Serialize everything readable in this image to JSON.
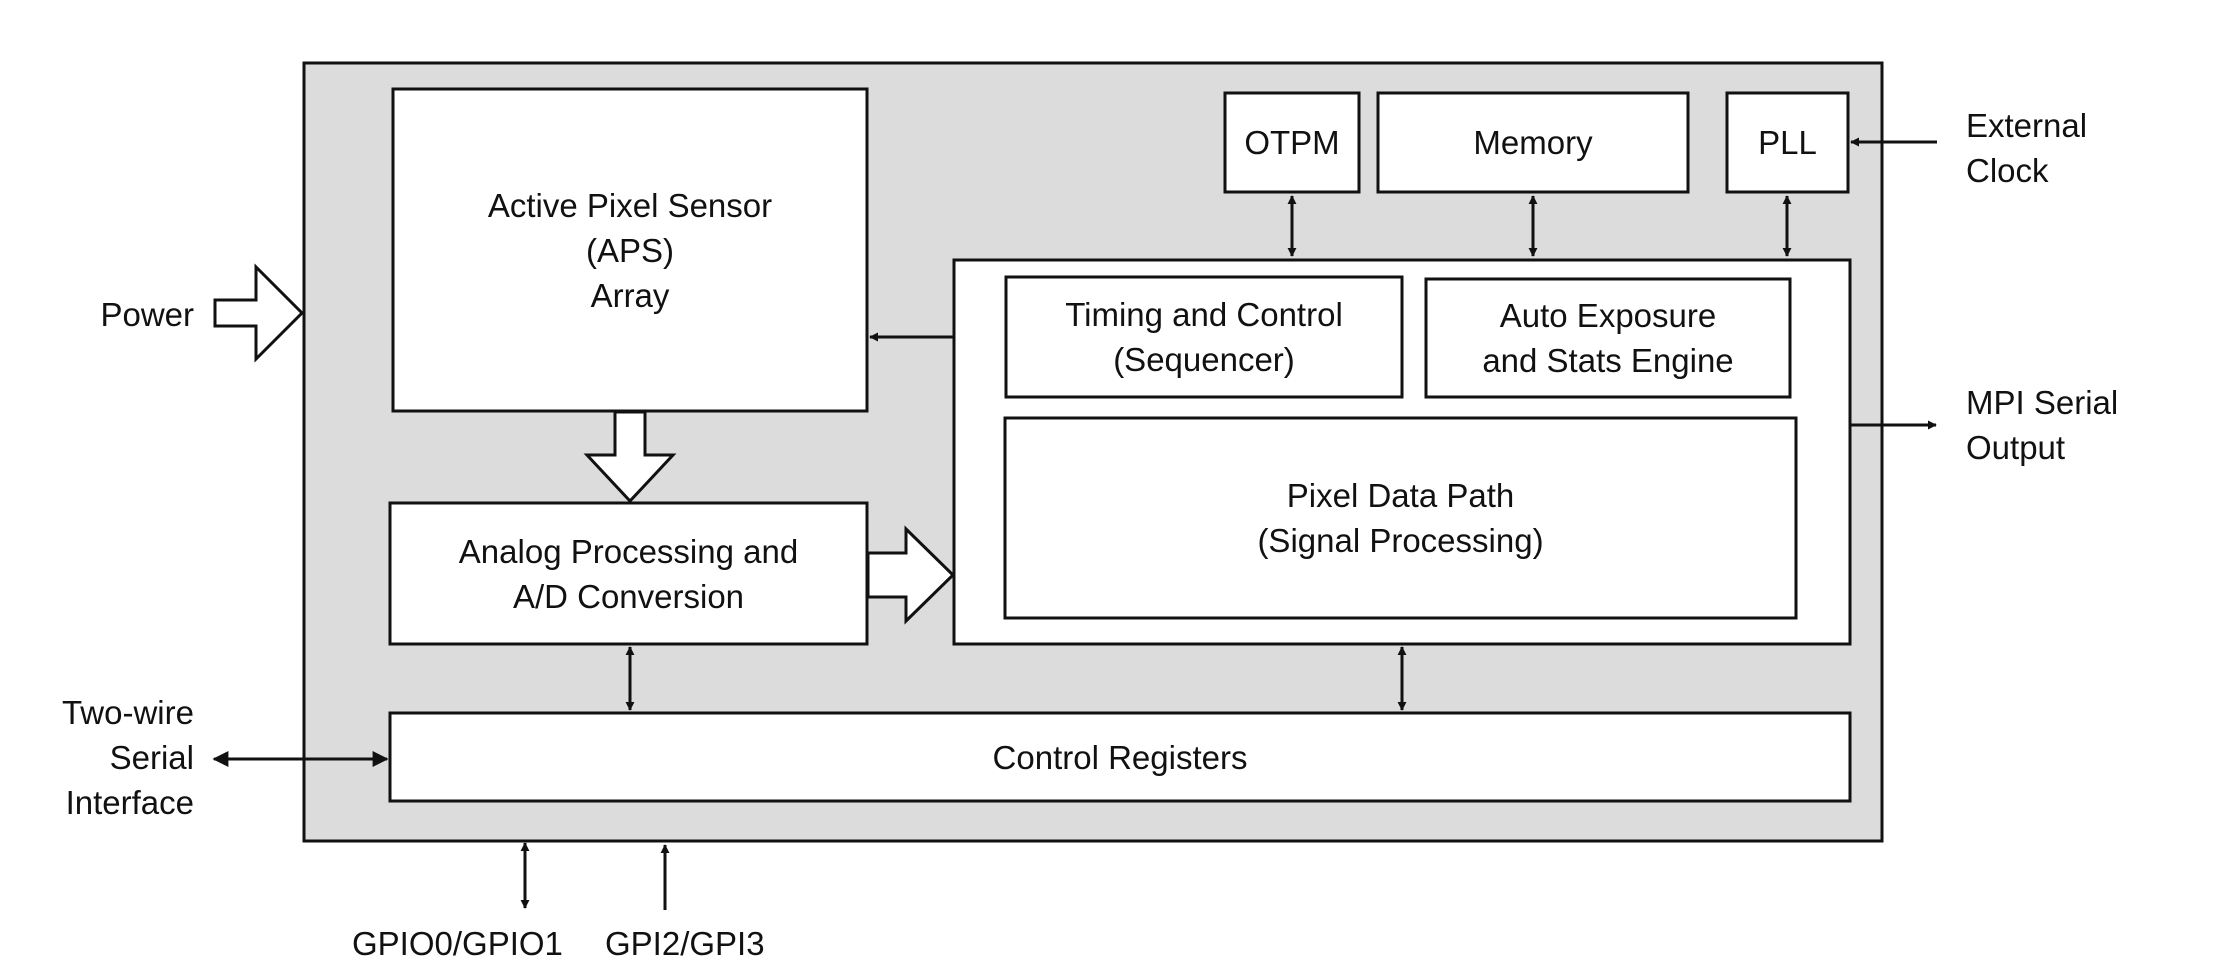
{
  "blocks": {
    "aps": "Active Pixel Sensor\n(APS)\nArray",
    "otpm": "OTPM",
    "memory": "Memory",
    "pll": "PLL",
    "timing": "Timing and Control\n(Sequencer)",
    "auto_exposure": "Auto Exposure\nand Stats Engine",
    "pixel_path": "Pixel Data Path\n(Signal Processing)",
    "analog": "Analog Processing and\nA/D Conversion",
    "control_registers": "Control Registers"
  },
  "external": {
    "power": "Power",
    "external_clock": "External\nClock",
    "mpi_output": "MPI Serial\nOutput",
    "two_wire": "Two-wire\nSerial\nInterface",
    "gpio01": "GPIO0/GPIO1",
    "gpi23": "GPI2/GPI3"
  },
  "colors": {
    "chip_fill": "#dcdcdc",
    "block_fill": "#ffffff",
    "stroke": "#111111"
  }
}
